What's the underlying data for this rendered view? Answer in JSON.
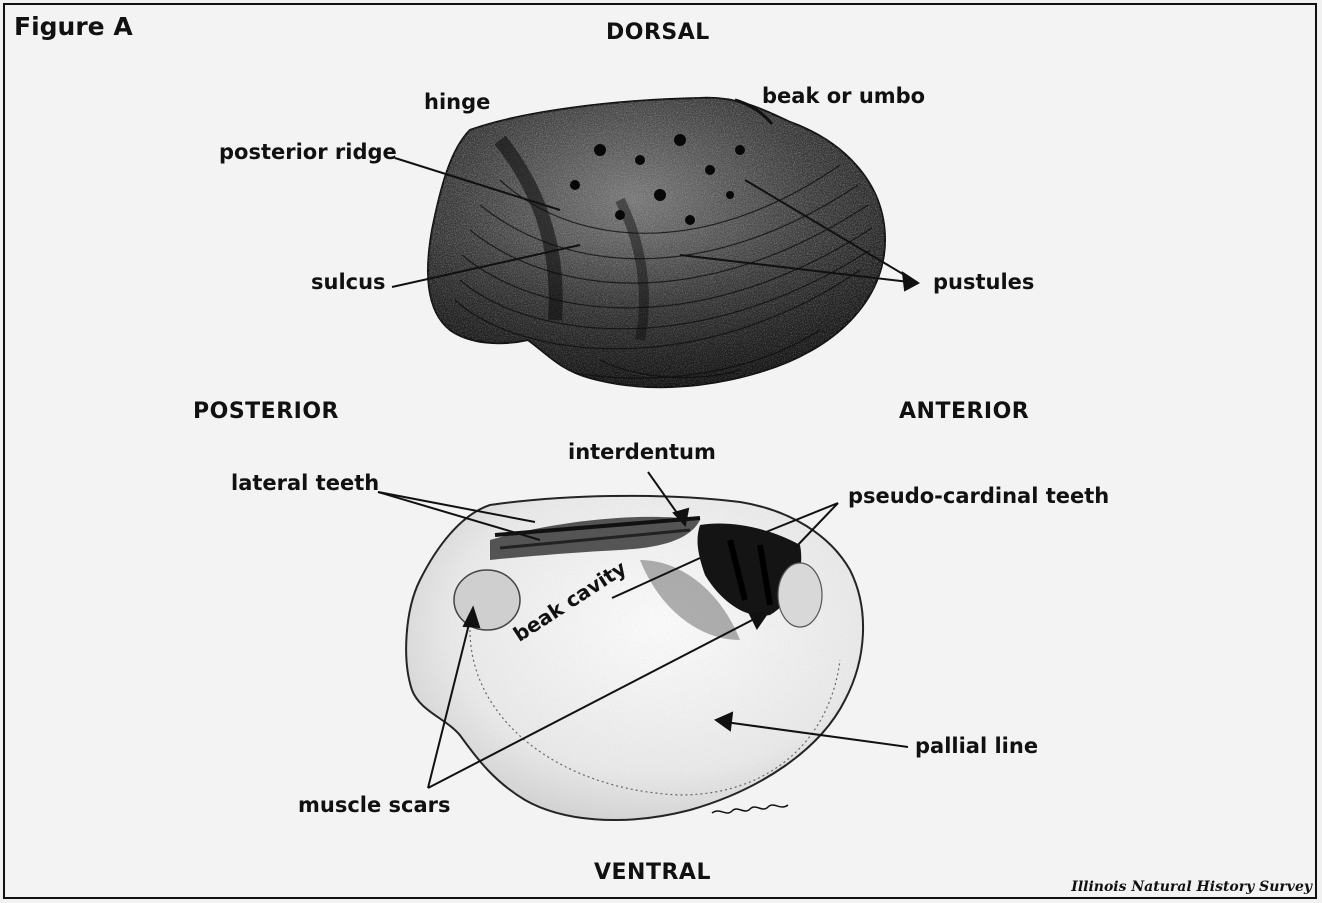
{
  "figure": {
    "title": "Figure A",
    "credit": "Illinois Natural History Survey"
  },
  "orientation": {
    "dorsal": "DORSAL",
    "ventral": "VENTRAL",
    "posterior": "POSTERIOR",
    "anterior": "ANTERIOR"
  },
  "exterior_labels": {
    "hinge": "hinge",
    "beak_or_umbo": "beak or umbo",
    "posterior_ridge": "posterior ridge",
    "sulcus": "sulcus",
    "pustules": "pustules"
  },
  "interior_labels": {
    "interdentum": "interdentum",
    "lateral_teeth": "lateral teeth",
    "pseudo_cardinal_teeth": "pseudo-cardinal teeth",
    "beak_cavity": "beak cavity",
    "pallial_line": "pallial line",
    "muscle_scars": "muscle scars"
  },
  "colors": {
    "ink": "#111111",
    "paper": "#f1f1f1"
  }
}
